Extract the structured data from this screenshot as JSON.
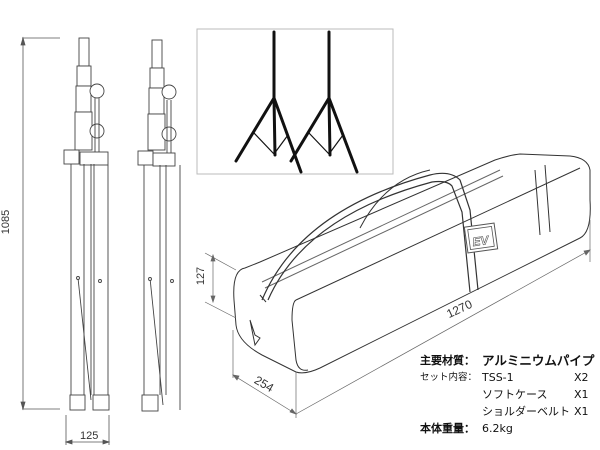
{
  "dimensions": {
    "height_stand": "1085",
    "width_stand": "125",
    "bag_height": "127",
    "bag_length": "1270",
    "bag_depth": "254"
  },
  "specs": {
    "material_label": "主要材質：",
    "material_value": "アルミニウムパイプ",
    "contents_label": "セット内容：",
    "items": [
      {
        "name": "TSS-1",
        "qty": "X2"
      },
      {
        "name": "ソフトケース",
        "qty": "X1"
      },
      {
        "name": "ショルダーベルト",
        "qty": "X1"
      }
    ],
    "weight_label": "本体重量：",
    "weight_value": "6.2kg"
  },
  "logo": {
    "text": "EV"
  },
  "colors": {
    "line": "#444444",
    "frame": "#bbbbbb",
    "stand": "#111111"
  }
}
